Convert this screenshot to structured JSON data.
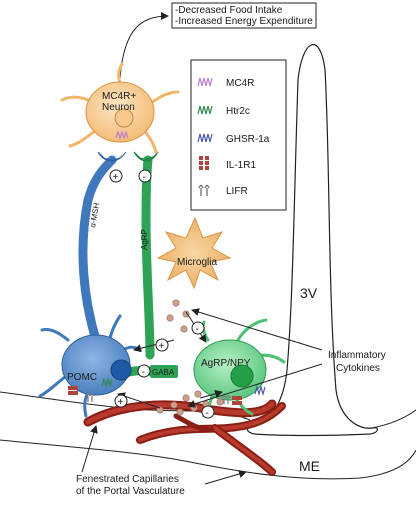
{
  "outcome_box": {
    "line1": "-Decreased Food Intake",
    "line2": "-Increased Energy Expenditure"
  },
  "legend": {
    "items": [
      {
        "label": "MC4R",
        "icon": "mc4r-receptor-icon",
        "color": "#b77fd0"
      },
      {
        "label": "Htr2c",
        "icon": "htr2c-receptor-icon",
        "color": "#2f8a4e"
      },
      {
        "label": "GHSR-1a",
        "icon": "ghsr1a-receptor-icon",
        "color": "#4b57a6"
      },
      {
        "label": "IL-1R1",
        "icon": "il1r1-receptor-icon",
        "color": "#b0433a"
      },
      {
        "label": "LIFR",
        "icon": "lifr-receptor-icon",
        "color": "#777777"
      }
    ]
  },
  "cells": {
    "mc4r_neuron": {
      "line1": "MC4R+",
      "line2": "Neuron",
      "color": "#f7c98f"
    },
    "pomc": {
      "label": "POMC",
      "color": "#4b84c4",
      "nucleus_color": "#1e5aa5"
    },
    "agrp": {
      "label": "AgRP/NPY",
      "color": "#6fd08f",
      "nucleus_color": "#24a046"
    },
    "microglia": {
      "label": "Microglia",
      "color": "#f2c07c"
    }
  },
  "axons": {
    "pomc_axon_label": "α-MSH",
    "agrp_axon_label": "AgRP",
    "gaba_label": "GABA"
  },
  "signs": {
    "plus": "+",
    "minus": "-"
  },
  "labels": {
    "third_ventricle": "3V",
    "median_eminence": "ME",
    "inflammatory_line1": "Inflammatory",
    "inflammatory_line2": "Cytokines",
    "fenestrated_line1": "Fenestrated Capillaries",
    "fenestrated_line2": "of the Portal Vasculature"
  },
  "colors": {
    "cytokine": "#c9a08c",
    "capillary": "#a6291e"
  }
}
